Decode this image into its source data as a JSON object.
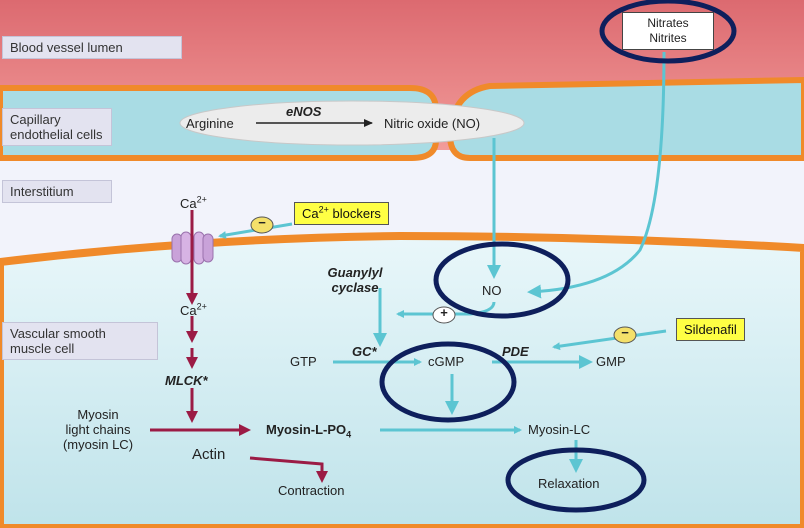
{
  "regions": {
    "lumen": "Blood vessel lumen",
    "endothelial": "Capillary endothelial cells",
    "interstitium": "Interstitium",
    "smooth_muscle": "Vascular smooth muscle cell"
  },
  "drugs": {
    "ca_blockers_base": "Ca",
    "ca_blockers_sup": "2+",
    "ca_blockers_rest": " blockers",
    "nitrates": "Nitrates",
    "nitrites": "Nitrites",
    "sildenafil": "Sildenafil"
  },
  "endothelium": {
    "arginine": "Arginine",
    "enos": "eNOS",
    "nitric_oxide": "Nitric oxide (NO)"
  },
  "calcium": {
    "base": "Ca",
    "sup": "2+"
  },
  "smooth_muscle": {
    "guanylyl_cyclase": "Guanylyl cyclase",
    "no": "NO",
    "gc_star": "GC*",
    "gtp": "GTP",
    "cgmp": "cGMP",
    "pde": "PDE",
    "gmp": "GMP",
    "mlck": "MLCK*",
    "myosin_lc_line1": "Myosin",
    "myosin_lc_line2": "light chains",
    "myosin_lc_line3": "(myosin LC)",
    "myosin_l_po4_base": "Myosin-L-PO",
    "myosin_l_po4_sub": "4",
    "myosin_lc_product": "Myosin-LC",
    "actin": "Actin",
    "contraction": "Contraction",
    "relaxation": "Relaxation"
  },
  "signs": {
    "minus": "−",
    "plus": "+"
  },
  "colors": {
    "lumen_red": "#e5797d",
    "membrane_orange": "#f08a2a",
    "cytoplasm": "#cfe9ef",
    "teal_arrow": "#5cc5d2",
    "crimson_arrow": "#9b1b45",
    "highlight_ring": "#0e1f5c",
    "drug_yellow": "#ffff44"
  }
}
